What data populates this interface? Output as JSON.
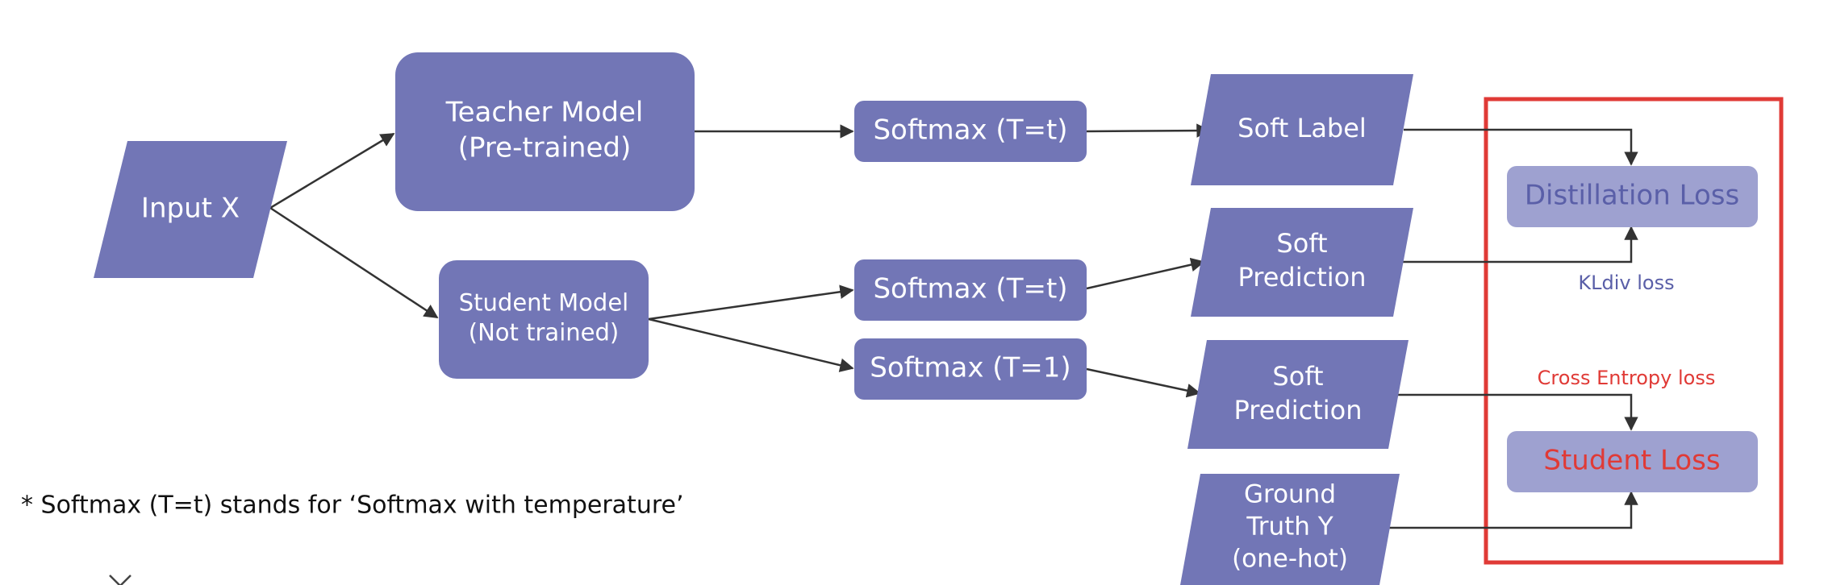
{
  "colors": {
    "node_fill": "#7276b6",
    "loss_fill": "#9ea1d0",
    "distill_text": "#5a5fa8",
    "student_loss_text": "#e03a36",
    "kl_label": "#5a5fa8",
    "ce_label": "#e03a36",
    "highlight_border": "#e03a36",
    "edge": "#333333"
  },
  "nodes": {
    "input": {
      "lines": [
        "Input X"
      ]
    },
    "teacher": {
      "lines": [
        "Teacher Model",
        "(Pre-trained)"
      ]
    },
    "student": {
      "lines": [
        "Student Model",
        "(Not trained)"
      ]
    },
    "softmax_teacher": {
      "lines": [
        "Softmax (T=t)"
      ]
    },
    "softmax_student_t": {
      "lines": [
        "Softmax (T=t)"
      ]
    },
    "softmax_student_1": {
      "lines": [
        "Softmax (T=1)"
      ]
    },
    "soft_label": {
      "lines": [
        "Soft Label"
      ]
    },
    "soft_prediction_t": {
      "lines": [
        "Soft",
        "Prediction"
      ]
    },
    "soft_prediction_1": {
      "lines": [
        "Soft",
        "Prediction"
      ]
    },
    "ground_truth": {
      "lines": [
        "Ground",
        "Truth Y",
        "(one-hot)"
      ]
    },
    "distillation_loss": {
      "lines": [
        "Distillation Loss"
      ]
    },
    "student_loss": {
      "lines": [
        "Student Loss"
      ]
    }
  },
  "labels": {
    "kl": "KLdiv loss",
    "ce": "Cross Entropy loss"
  },
  "note": "* Softmax (T=t) stands for ‘Softmax with temperature’"
}
